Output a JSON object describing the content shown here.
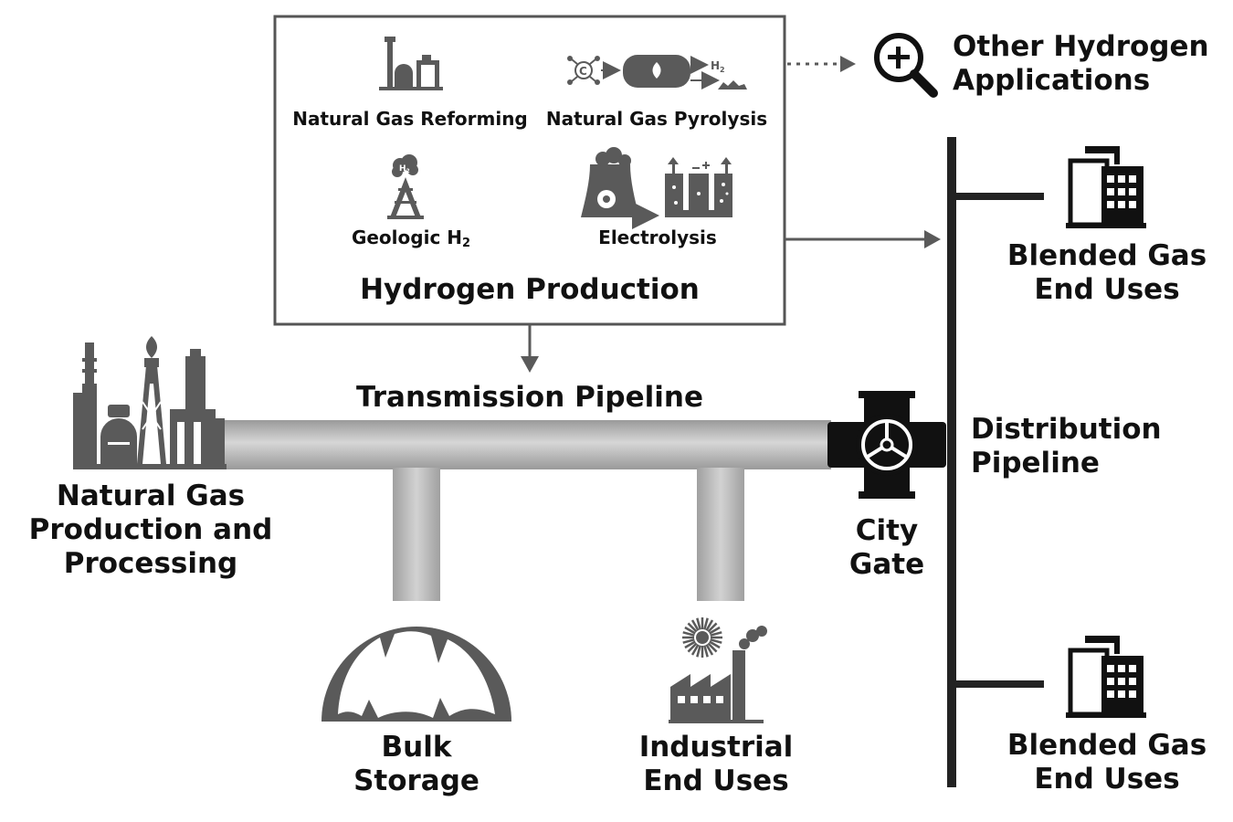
{
  "hydrogen_production": {
    "title": "Hydrogen Production",
    "methods": {
      "reforming": "Natural Gas Reforming",
      "pyrolysis": "Natural Gas Pyrolysis",
      "geologic": "Geologic H",
      "geologic_sub": "2",
      "electrolysis": "Electrolysis"
    },
    "pyrolysis_output": "H",
    "pyrolysis_output_sub": "2",
    "geologic_cloud": "H",
    "geologic_cloud_sub": "2"
  },
  "other_applications": {
    "line1": "Other Hydrogen",
    "line2": "Applications"
  },
  "transmission_pipeline": "Transmission Pipeline",
  "natural_gas_source": {
    "line1": "Natural Gas",
    "line2": "Production and",
    "line3": "Processing"
  },
  "bulk_storage": {
    "line1": "Bulk",
    "line2": "Storage"
  },
  "industrial": {
    "line1": "Industrial",
    "line2": "End Uses"
  },
  "city_gate": {
    "line1": "City",
    "line2": "Gate"
  },
  "distribution_pipeline": {
    "line1": "Distribution",
    "line2": "Pipeline"
  },
  "blended_top": {
    "line1": "Blended Gas",
    "line2": "End Uses"
  },
  "blended_bottom": {
    "line1": "Blended Gas",
    "line2": "End Uses"
  },
  "colors": {
    "icon_gray": "#5a5a5a",
    "pipe_gray": "#b9b9b9",
    "dark": "#111111"
  }
}
